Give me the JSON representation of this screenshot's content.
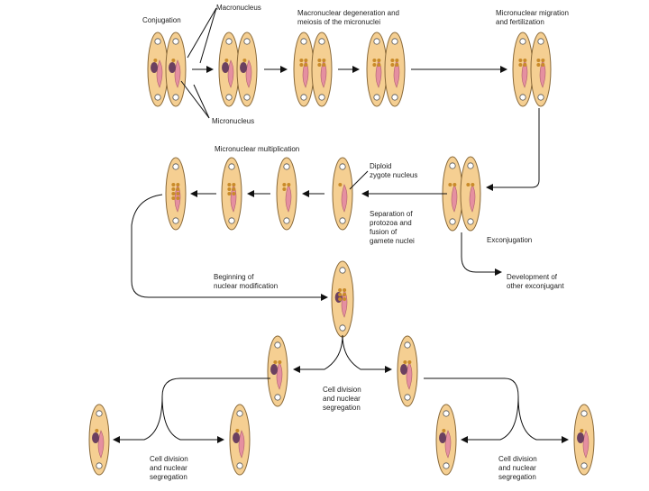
{
  "labels": {
    "conjugation": "Conjugation",
    "macronucleus": "Macronucleus",
    "macro_degeneration": "Macronuclear degeneration and\nmeiosis of the micronuclei",
    "migration": "Micronuclear migration\nand fertilization",
    "micronucleus": "Micronucleus",
    "multiplication": "Micronuclear multiplication",
    "diploid": "Diploid\nzygote nucleus",
    "separation": "Separation of\nprotozoa and\nfusion of\ngamete nuclei",
    "exconjugation": "Exconjugation",
    "beginning": "Beginning of\nnuclear modification",
    "development": "Development of\nother exconjugant",
    "cell_div_center": "Cell division\nand nuclear\nsegregation",
    "cell_div_left": "Cell division\nand nuclear\nsegregation",
    "cell_div_right": "Cell division\nand nuclear\nsegregation"
  },
  "colors": {
    "cell_fill": "#f5cf92",
    "cell_stroke": "#8a6a3a",
    "gullet": "#e58fa0",
    "macronucleus": "#6b4060",
    "micronucleus": "#c98b2a",
    "arrow": "#111111"
  }
}
